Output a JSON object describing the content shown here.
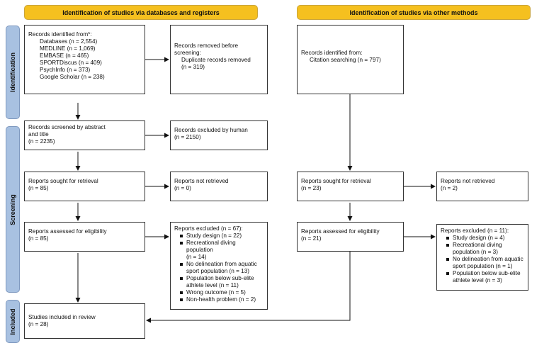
{
  "headers": {
    "left": "Identification of studies via databases and registers",
    "right": "Identification of studies via other methods"
  },
  "phases": {
    "identification": "Identification",
    "screening": "Screening",
    "included": "Included"
  },
  "left": {
    "records_identified": {
      "title": "Records identified from*:",
      "items": [
        "Databases (n = 2,554)",
        "MEDLINE (n = 1,069)",
        "EMBASE (n = 465)",
        "SPORTDiscus (n = 409)",
        "PsychInfo (n = 373)",
        "Google Scholar (n = 238)"
      ]
    },
    "records_removed": {
      "line1": "Records removed before",
      "line2": "screening:",
      "line3": "Duplicate records removed",
      "line4": "(n = 319)"
    },
    "screened": {
      "line1": "Records screened by abstract",
      "line2": "and title",
      "line3": "(n = 2235)"
    },
    "excluded_human": {
      "line1": "Records excluded by human",
      "line2": "(n = 2150)"
    },
    "sought": {
      "line1": "Reports sought for retrieval",
      "line2": "(n = 85)"
    },
    "not_retrieved": {
      "line1": "Reports not retrieved",
      "line2": "(n = 0)"
    },
    "assessed": {
      "line1": "Reports assessed for eligibility",
      "line2": "(n = 85)"
    },
    "excluded": {
      "title": "Reports excluded (n = 67):",
      "items": [
        [
          "Study design (n = 22)"
        ],
        [
          "Recreational diving population",
          "(n = 14)"
        ],
        [
          "No delineation from aquatic",
          "sport population (n = 13)"
        ],
        [
          "Population below sub-elite",
          "athlete level (n = 11)"
        ],
        [
          "Wrong outcome (n = 5)"
        ],
        [
          "Non-health problem (n = 2)"
        ]
      ]
    },
    "included": {
      "line1": "Studies included in review",
      "line2": "(n = 28)"
    }
  },
  "right": {
    "records_identified": {
      "line1": "Records identified from:",
      "line2": "Citation searching (n = 797)"
    },
    "sought": {
      "line1": "Reports sought for retrieval",
      "line2": "(n = 23)"
    },
    "not_retrieved": {
      "line1": "Reports not retrieved",
      "line2": "(n = 2)"
    },
    "assessed": {
      "line1": "Reports assessed for eligibility",
      "line2": "(n = 21)"
    },
    "excluded": {
      "title": "Reports excluded (n = 11):",
      "items": [
        [
          "Study design (n = 4)"
        ],
        [
          "Recreational diving",
          "population (n = 3)"
        ],
        [
          "No delineation from aquatic",
          "sport population (n = 1)"
        ],
        [
          "Population below sub-elite",
          "athlete level (n = 3)"
        ]
      ]
    }
  },
  "colors": {
    "header_fill": "#f5c01f",
    "phase_fill": "#a8c1e1",
    "box_border": "#333333"
  }
}
